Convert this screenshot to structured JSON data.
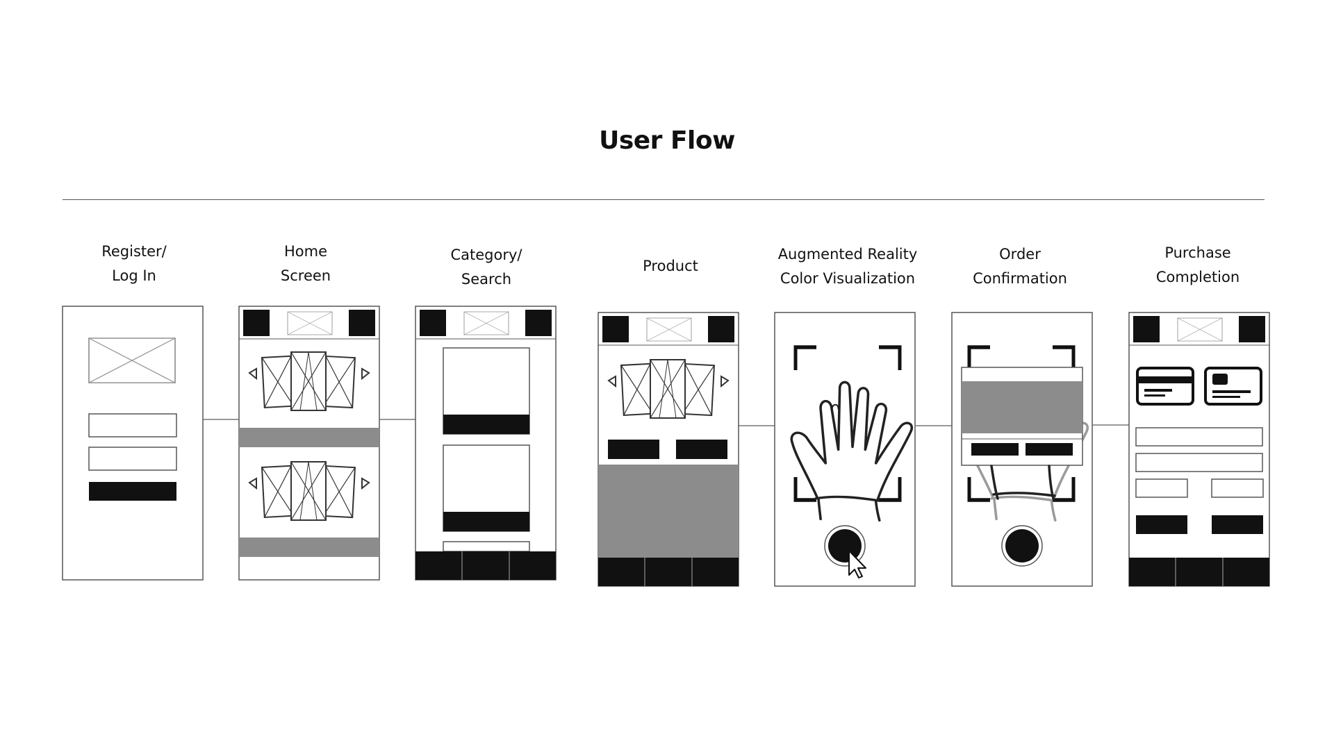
{
  "title": "User Flow",
  "steps": [
    {
      "id": "register",
      "label_lines": [
        "Register/",
        "Log In"
      ]
    },
    {
      "id": "home",
      "label_lines": [
        "Home",
        "Screen"
      ]
    },
    {
      "id": "category",
      "label_lines": [
        "Category/",
        "Search"
      ]
    },
    {
      "id": "product",
      "label_lines": [
        "Product"
      ]
    },
    {
      "id": "ar",
      "label_lines": [
        "Augmented Reality",
        "Color Visualization"
      ]
    },
    {
      "id": "order",
      "label_lines": [
        "Order",
        "Confirmation"
      ]
    },
    {
      "id": "purchase",
      "label_lines": [
        "Purchase",
        "Completion"
      ]
    }
  ],
  "colors": {
    "ink": "#111111",
    "frame": "#555555",
    "gray_block": "#8c8c8c",
    "placeholder": "#999999"
  },
  "icons": [
    "image-placeholder-icon",
    "carousel-left-arrow-icon",
    "carousel-right-arrow-icon",
    "hand-icon",
    "camera-shutter-icon",
    "cursor-pointer-icon",
    "credit-card-icon",
    "id-card-icon"
  ]
}
